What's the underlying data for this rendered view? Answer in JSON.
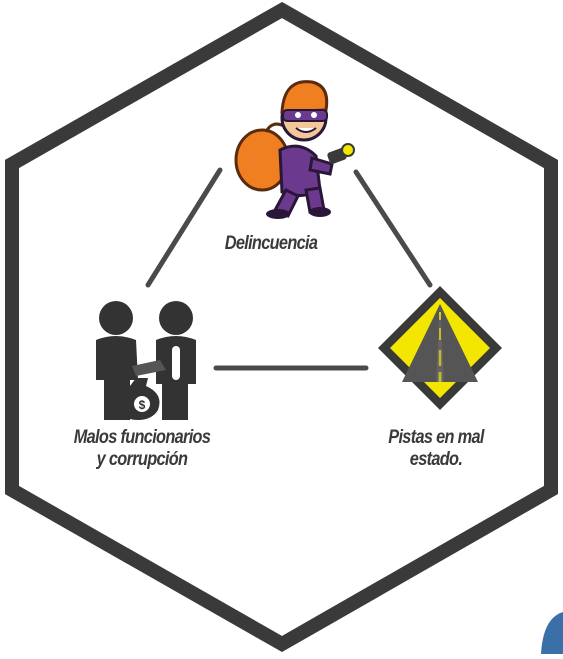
{
  "diagram": {
    "nodes": [
      {
        "id": "delincuencia",
        "icon": "thief-icon",
        "lines": [
          "Delincuencia"
        ]
      },
      {
        "id": "corrupcion",
        "icon": "bribe-handshake-icon",
        "lines": [
          "Malos funcionarios",
          "y corrupción"
        ]
      },
      {
        "id": "pistas",
        "icon": "road-warning-sign-icon",
        "lines": [
          "Pistas en mal",
          "estado."
        ]
      }
    ],
    "edges": [
      {
        "from": "delincuencia",
        "to": "corrupcion"
      },
      {
        "from": "delincuencia",
        "to": "pistas"
      },
      {
        "from": "corrupcion",
        "to": "pistas"
      }
    ],
    "money_bag_symbol": "$"
  },
  "colors": {
    "frame": "#3a3a3a",
    "connector": "#4a4a4a",
    "label_text": "#3a3a3a",
    "thief_mask": "#f07f22",
    "thief_suit": "#6b3a8e",
    "sign_yellow": "#f3e600",
    "figures": "#333333",
    "corner_accent": "#3b6fa8"
  }
}
